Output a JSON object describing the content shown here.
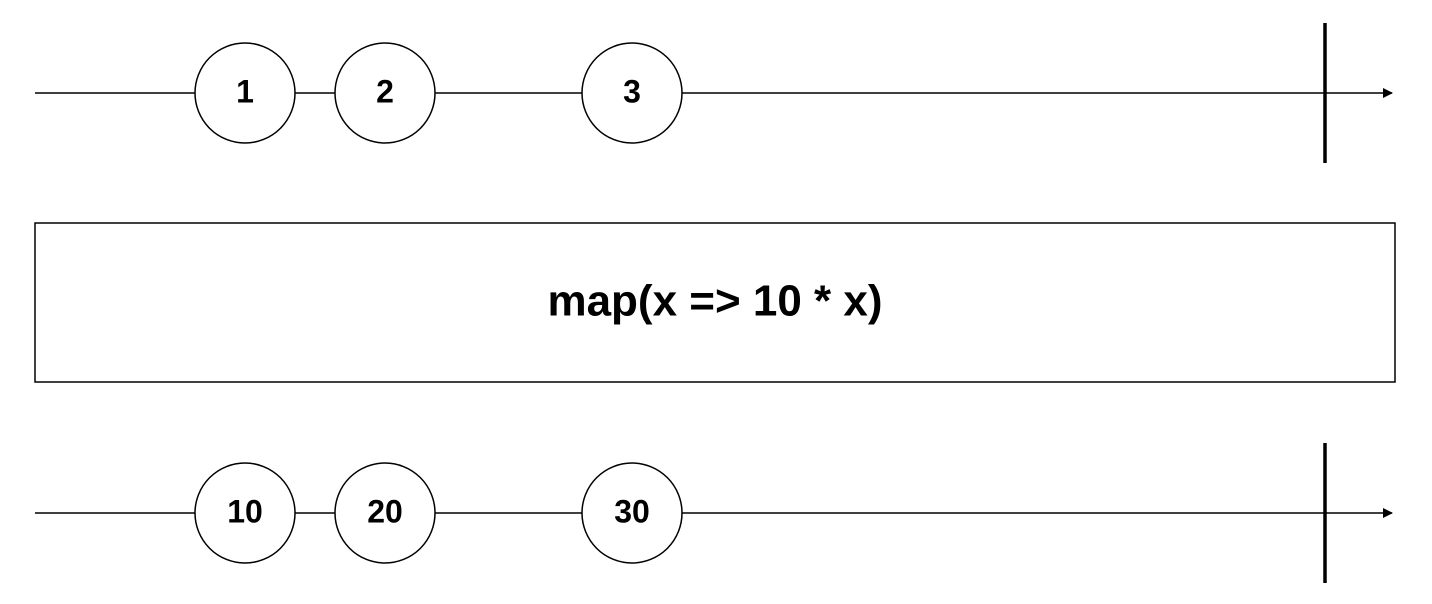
{
  "input_stream": {
    "values": [
      "1",
      "2",
      "3"
    ]
  },
  "operator": {
    "label": "map(x => 10 * x)"
  },
  "output_stream": {
    "values": [
      "10",
      "20",
      "30"
    ]
  }
}
